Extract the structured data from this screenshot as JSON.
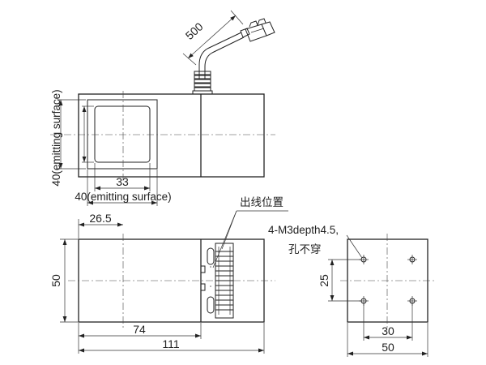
{
  "dimensions": {
    "cable_length": "500",
    "emitting_width": "40(emitting surface)",
    "emitting_height": "40(emitting surface)",
    "inner_width": "33",
    "center_offset": "26.5",
    "height": "50",
    "body_length": "74",
    "total_length": "111",
    "hole_pitch_vertical": "25",
    "hole_pitch_horizontal": "30",
    "side_width": "50"
  },
  "labels": {
    "outlet_position": "出线位置",
    "hole_spec_line1": "4-M3depth4.5,",
    "hole_spec_line2": "孔不穿"
  }
}
